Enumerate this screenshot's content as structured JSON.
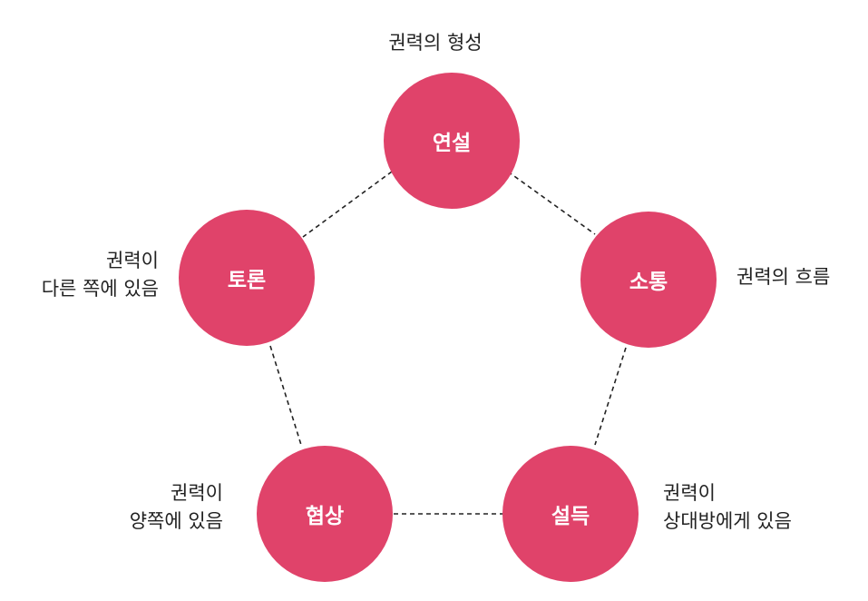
{
  "diagram": {
    "nodes": {
      "speech": {
        "label": "연설"
      },
      "communication": {
        "label": "소통"
      },
      "debate": {
        "label": "토론"
      },
      "negotiation": {
        "label": "협상"
      },
      "persuasion": {
        "label": "설득"
      }
    },
    "captions": {
      "speech": [
        "권력의 형성"
      ],
      "communication": [
        "권력의 흐름"
      ],
      "debate": [
        "권력이",
        "다른 쪽에 있음"
      ],
      "negotiation": [
        "권력이",
        "양쪽에 있음"
      ],
      "persuasion": [
        "권력이",
        "상대방에게 있음"
      ]
    },
    "colors": {
      "node_fill": "#e0436a",
      "node_text": "#ffffff",
      "connector": "#222222",
      "caption_text": "#222222"
    },
    "connector_style": "dashed"
  }
}
